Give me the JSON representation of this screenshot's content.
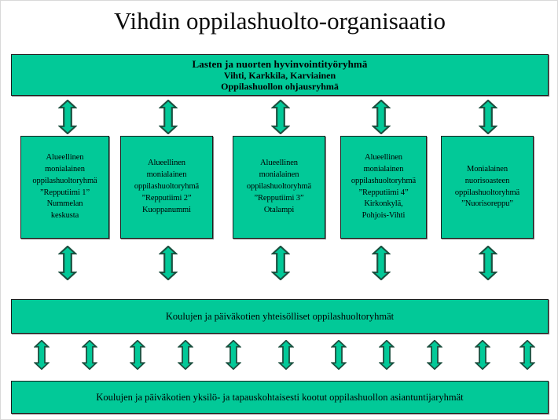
{
  "title": "Vihdin oppilashuolto-organisaatio",
  "colors": {
    "box_fill": "#02c998",
    "box_border": "#1c1c1c",
    "arrow_fill": "#02c998",
    "arrow_border": "#1c4f3f",
    "text": "#000000",
    "page_background": "#ffffff"
  },
  "top_box": {
    "line1": "Lasten ja nuorten hyvinvointityöryhmä",
    "line2": "Vihti, Karkkila, Karviainen",
    "line3": "Oppilashuollon ohjausryhmä"
  },
  "middle_boxes": [
    {
      "id": "repputiimi-1",
      "line1": "Alueellinen",
      "line2": "monialainen",
      "line3": "oppilashuoltoryhmä",
      "line4": "”Repputiimi 1”",
      "line5": "Nummelan",
      "line6": "keskusta"
    },
    {
      "id": "repputiimi-2",
      "line1": "Alueellinen",
      "line2": "monialainen",
      "line3": "oppilashuoltoryhmä",
      "line4": "”Repputiimi 2”",
      "line5": "Kuoppanummi",
      "line6": ""
    },
    {
      "id": "repputiimi-3",
      "line1": "Alueellinen",
      "line2": "monialainen",
      "line3": "oppilashuoltoryhmä",
      "line4": "”Repputiimi 3”",
      "line5": "Otalampi",
      "line6": ""
    },
    {
      "id": "repputiimi-4",
      "line1": "Alueellinen",
      "line2": "monialainen",
      "line3": "oppilashuoltoryhmä",
      "line4": "”Repputiimi 4”",
      "line5": "Kirkonkylä,",
      "line6": "Pohjois-Vihti"
    },
    {
      "id": "nuorisoreppu",
      "line1": "Monialainen",
      "line2": "nuorisoasteen",
      "line3": "oppilashuoltoryhmä",
      "line4": "”Nuorisoreppu”",
      "line5": "",
      "line6": ""
    }
  ],
  "bar_community": {
    "text": "Koulujen ja päiväkotien yhteisölliset oppilashuoltoryhmät"
  },
  "bar_expert": {
    "text": "Koulujen ja päiväkotien yksilö- ja tapauskohtaisesti kootut oppilashuollon asiantuntijaryhmät"
  },
  "arrows": {
    "icon": "double-headed-vertical-arrow-icon",
    "row_top_count": 5,
    "row_top_x": [
      73,
      201,
      344,
      472,
      608
    ],
    "row_mid_count": 5,
    "row_mid_x": [
      73,
      201,
      344,
      472,
      608
    ],
    "row_bottom_count": 11,
    "row_bottom_x": [
      42,
      103,
      164,
      225,
      286,
      353,
      420,
      481,
      542,
      603,
      660
    ]
  }
}
